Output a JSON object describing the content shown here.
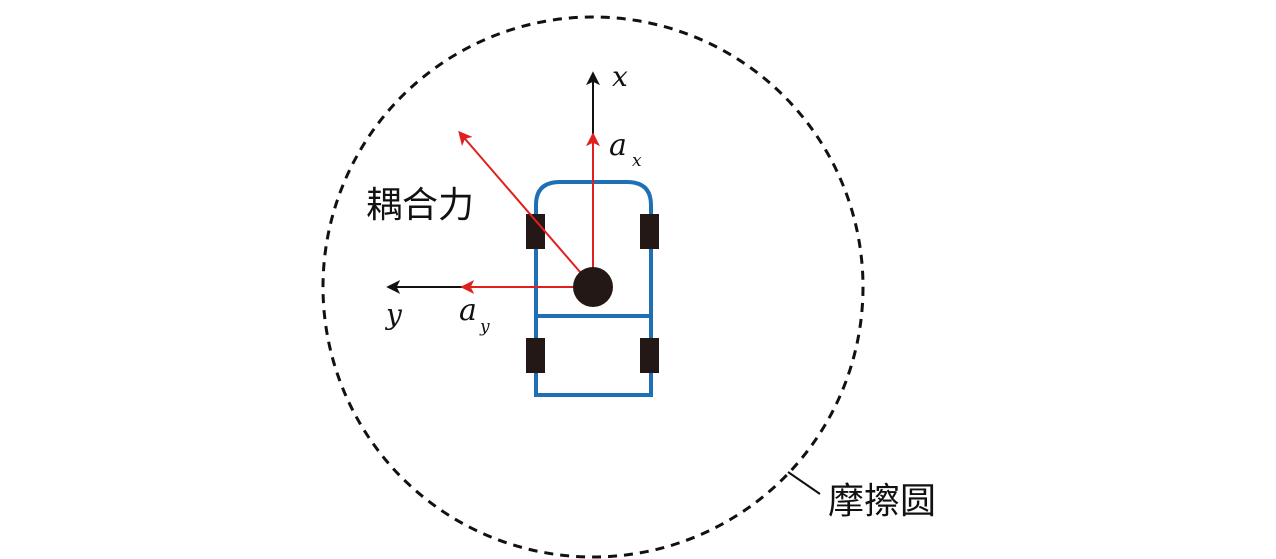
{
  "labels": {
    "x_axis": "x",
    "y_axis": "y",
    "ax_main": "a",
    "ax_sub": "x",
    "ay_main": "a",
    "ay_sub": "y",
    "coupled_force": "耦合力",
    "friction_circle": "摩擦圆"
  },
  "colors": {
    "axis": "#111111",
    "force": "#e0201e",
    "vehicle": "#1f6fb5",
    "wheel": "#231815",
    "circle": "#111111"
  }
}
